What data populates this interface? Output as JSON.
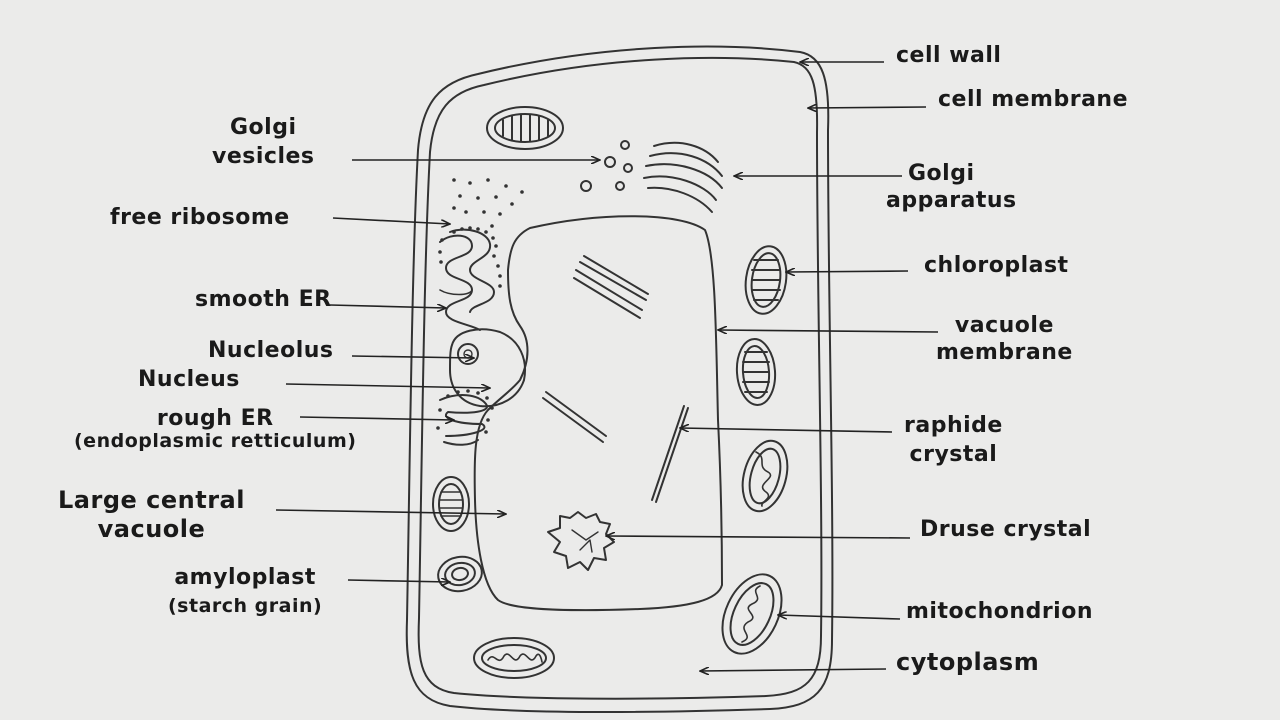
{
  "colors": {
    "paper": "#ebebea",
    "ink": "#333333"
  },
  "labels": {
    "golgi_vesicles": [
      "Golgi",
      "vesicles"
    ],
    "free_ribosome": "free ribosome",
    "smooth_er": "smooth ER",
    "nucleolus": "Nucleolus",
    "nucleus": "Nucleus",
    "rough_er": [
      "rough ER",
      "(endoplasmic retticulum)"
    ],
    "large_central_vacuole": [
      "Large central",
      "vacuole"
    ],
    "amyloplast": [
      "amyloplast",
      "(starch grain)"
    ],
    "cell_wall": "cell wall",
    "cell_membrane": "cell membrane",
    "golgi_apparatus": [
      "Golgi",
      "apparatus"
    ],
    "chloroplast": "chloroplast",
    "vacuole_membrane": [
      "vacuole",
      "membrane"
    ],
    "raphide_crystal": [
      "raphide",
      "crystal"
    ],
    "druse_crystal": "Druse crystal",
    "mitochondrion": "mitochondrion",
    "cytoplasm": "cytoplasm"
  }
}
